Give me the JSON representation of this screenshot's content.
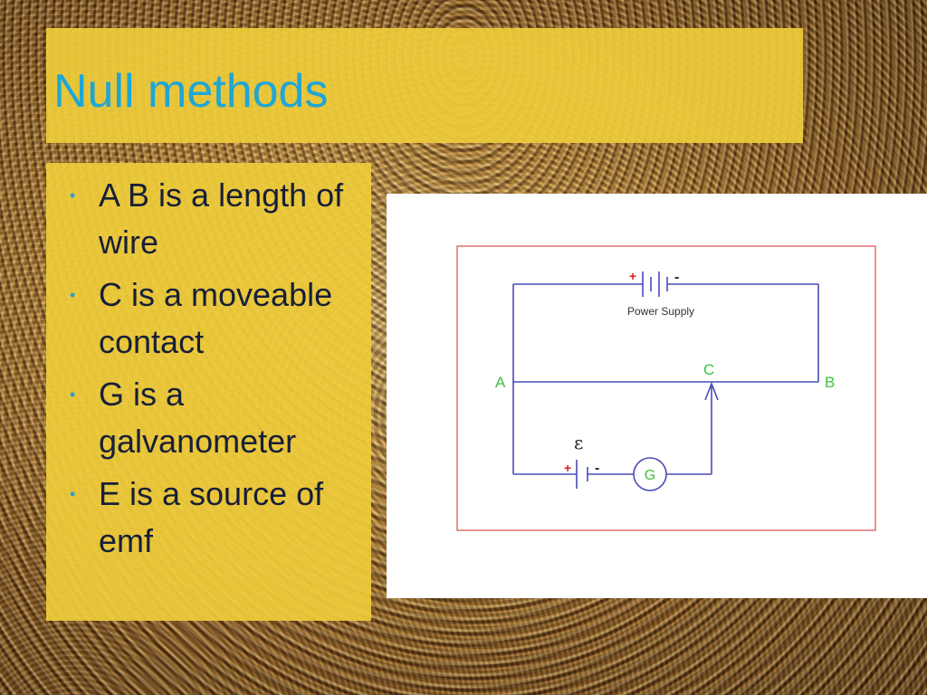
{
  "slide": {
    "title": "Null methods",
    "bullets": [
      "A B is a length of wire",
      "C is a moveable contact",
      "G is a galvanometer",
      "E is a source of emf"
    ]
  },
  "diagram": {
    "power_supply_label": "Power Supply",
    "plus_sign": "+",
    "minus_sign": "-",
    "node_a": "A",
    "node_b": "B",
    "node_c": "C",
    "epsilon": "ε",
    "galvanometer": "G",
    "colors": {
      "frame": "#d94c4c",
      "wire": "#4a4ab8",
      "node_label": "#3fbf3f",
      "plus": "#e02020",
      "title": "#1fa6d6",
      "box": "#eecb3a"
    }
  }
}
